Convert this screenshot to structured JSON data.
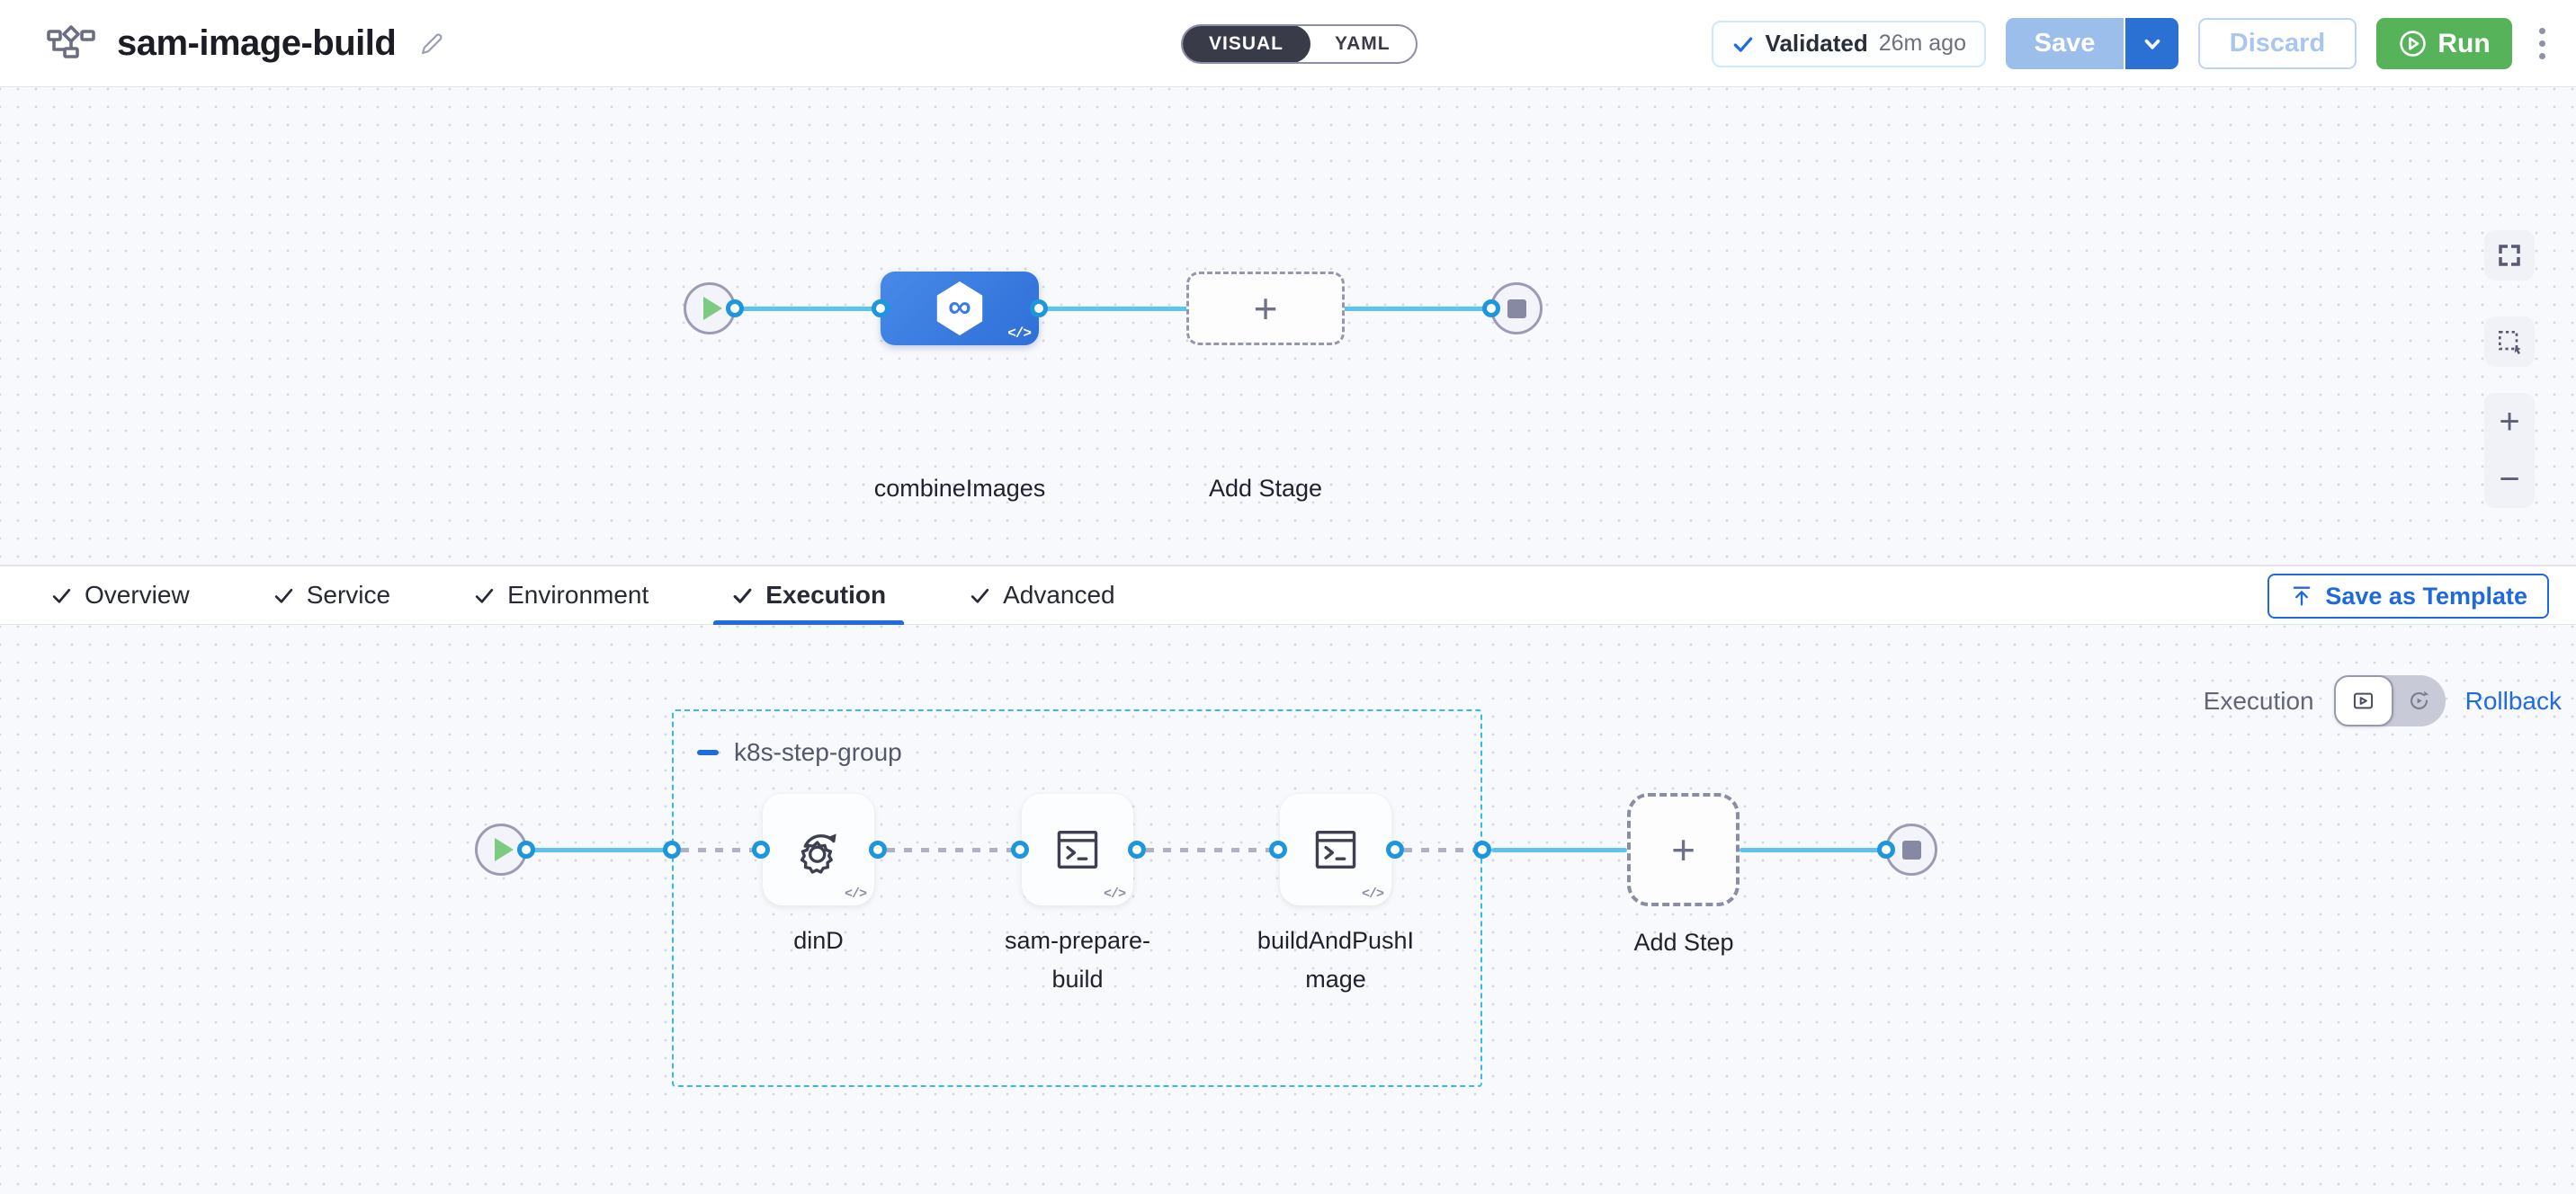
{
  "header": {
    "title": "sam-image-build",
    "mode_toggle": {
      "visual_label": "VISUAL",
      "yaml_label": "YAML"
    },
    "validated_badge": {
      "label": "Validated",
      "time_ago": "26m ago"
    },
    "save_button": "Save",
    "discard_button": "Discard",
    "run_button": "Run"
  },
  "stage_canvas": {
    "stages": [
      {
        "name": "combineImages",
        "icon": "chain-hexagon-icon",
        "glyph": "∞"
      }
    ],
    "add_stage_label": "Add Stage",
    "plus_glyph": "+",
    "code_badge": "</>"
  },
  "config_tabs": {
    "items": [
      {
        "label": "Overview",
        "checked": true
      },
      {
        "label": "Service",
        "checked": true
      },
      {
        "label": "Environment",
        "checked": true
      },
      {
        "label": "Execution",
        "checked": true,
        "active": true
      },
      {
        "label": "Advanced",
        "checked": true
      }
    ],
    "save_as_template_button": "Save as Template"
  },
  "execution_canvas": {
    "phase_toggle": {
      "left_label": "Execution",
      "right_label": "Rollback"
    },
    "step_group": {
      "name": "k8s-step-group",
      "steps": [
        {
          "name": "dinD",
          "icon": "docker-gear-icon"
        },
        {
          "name": "sam-prepare-build",
          "icon": "terminal-icon"
        },
        {
          "name": "buildAndPushImage",
          "icon": "terminal-icon"
        }
      ]
    },
    "add_step_label": "Add Step",
    "plus_glyph": "+"
  },
  "zoom_controls": {
    "zoom_in": "+",
    "zoom_out": "−"
  },
  "colors": {
    "accent_blue": "#2069dd",
    "stage_blue": "#3b7de2",
    "connector_blue": "#5fc3ef",
    "port_ring_blue": "#1e96dd",
    "group_border_cyan": "#35bbe9",
    "run_green": "#56b35a",
    "play_green": "#7ccb80",
    "dark_pill": "#3a3b49"
  }
}
